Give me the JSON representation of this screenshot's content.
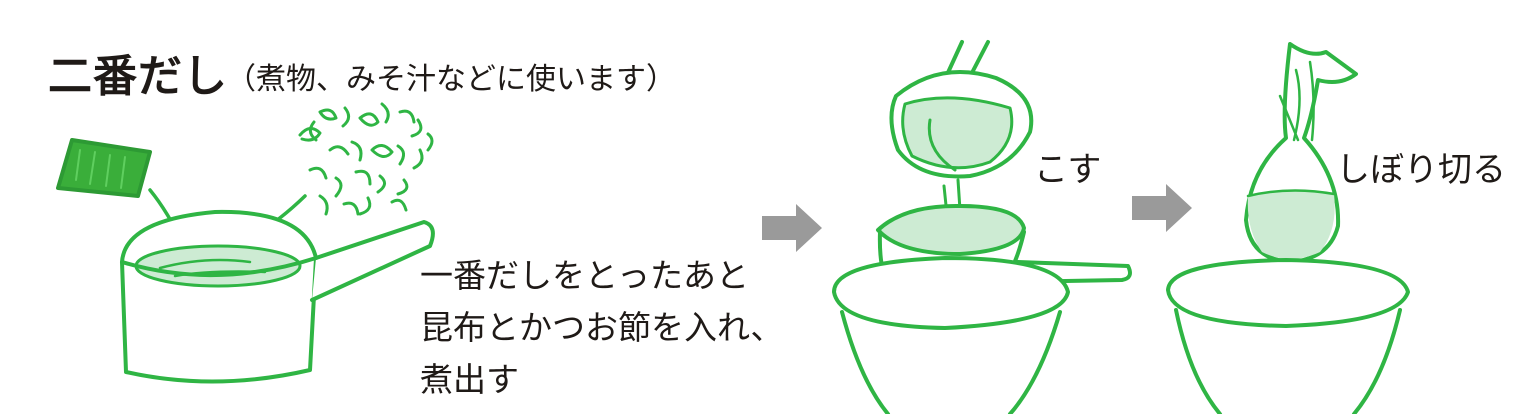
{
  "title": {
    "main": "二番だし",
    "sub": "（煮物、みそ汁などに使います）"
  },
  "step1": {
    "lines": [
      "一番だしをとったあと",
      "昆布とかつお節を入れ、",
      "煮出す"
    ]
  },
  "step2": {
    "label": "こす"
  },
  "step3": {
    "label": "しぼり切る"
  },
  "colors": {
    "line_green": "#2fb544",
    "fill_green": "#cdebd3",
    "kombu_green": "#3aae3a",
    "arrow_gray": "#9a9a9a",
    "text": "#1f1a17"
  },
  "icons": [
    "kombu-icon",
    "katsuobushi-flakes-icon",
    "saucepan-icon",
    "ladle-icon",
    "strainer-icon",
    "bowl-icon",
    "cloth-bag-icon",
    "drip-icon",
    "process-arrow-icon"
  ]
}
